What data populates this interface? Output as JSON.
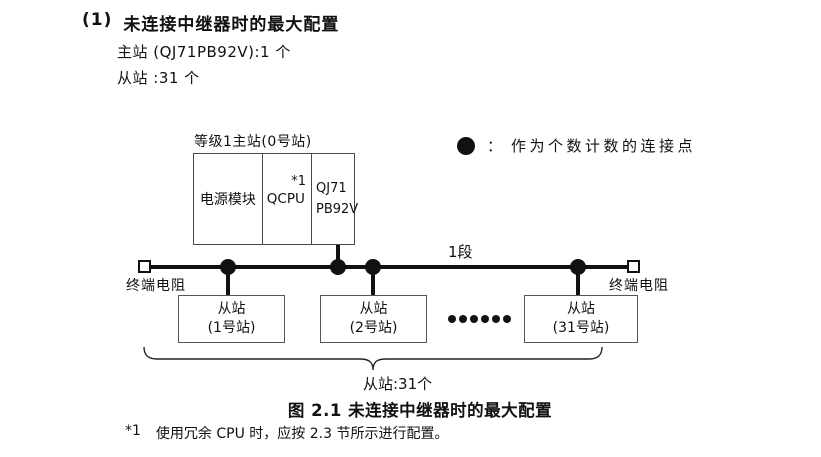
{
  "page": {
    "heading_marker": "(1)",
    "heading": "未连接中继器时的最大配置",
    "spec_lines": [
      "主站 (QJ71PB92V):1 个",
      "从站 :31 个"
    ]
  },
  "legend": {
    "separator": "：",
    "label": "作为个数计数的连接点"
  },
  "diagram": {
    "master": {
      "label": "等级1主站(0号站)",
      "cell_power": "电源模块",
      "cell_cpu": "QCPU",
      "cell_cpu_note": "*1",
      "cell_module_line1": "QJ71",
      "cell_module_line2": "PB92V"
    },
    "segment_label": "1段",
    "terminator_left": "终端电阻",
    "terminator_right": "终端电阻",
    "slaves": [
      {
        "line1": "从站",
        "line2": "(1号站)"
      },
      {
        "line1": "从站",
        "line2": "(2号站)"
      },
      {
        "line1": "从站",
        "line2": "(31号站)"
      }
    ],
    "brace_label": "从站:31个"
  },
  "caption": "图 2.1 未连接中继器时的最大配置",
  "footnote": {
    "marker": "*1",
    "text": "使用冗余 CPU 时，应按 2.3 节所示进行配置。"
  },
  "colors": {
    "line": "#111111",
    "box_border": "#4a4a4a",
    "text": "#111111",
    "background": "#ffffff"
  }
}
